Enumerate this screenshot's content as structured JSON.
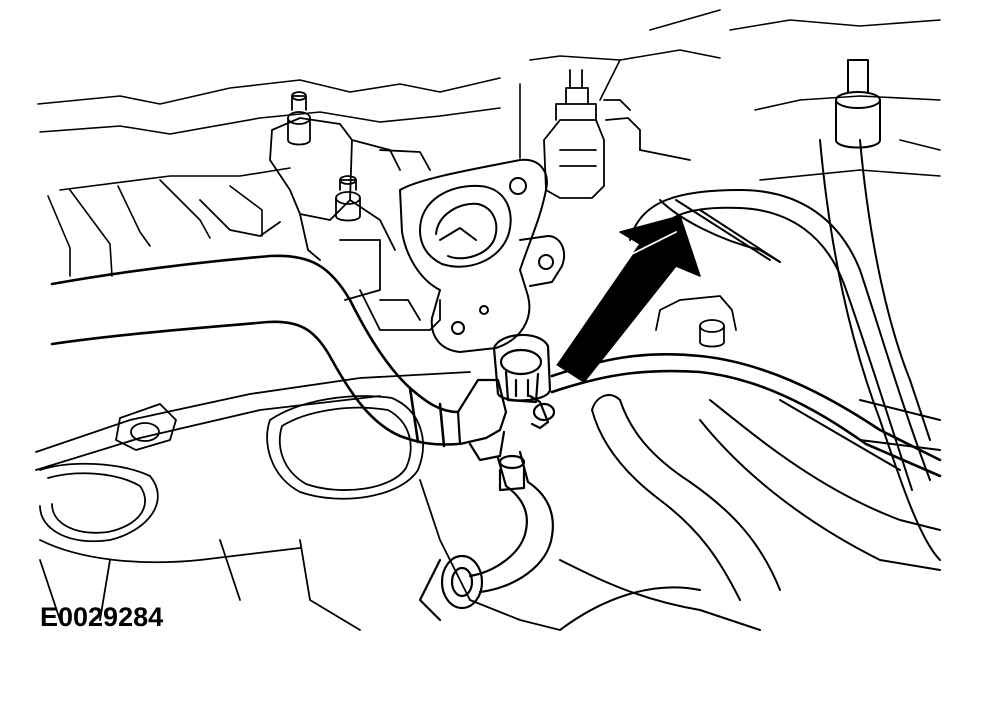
{
  "figure": {
    "id_label": "E0029284",
    "line_color": "#000000",
    "background_color": "#ffffff",
    "style": "black line-art technical illustration",
    "callout": "arrow-pointer"
  }
}
